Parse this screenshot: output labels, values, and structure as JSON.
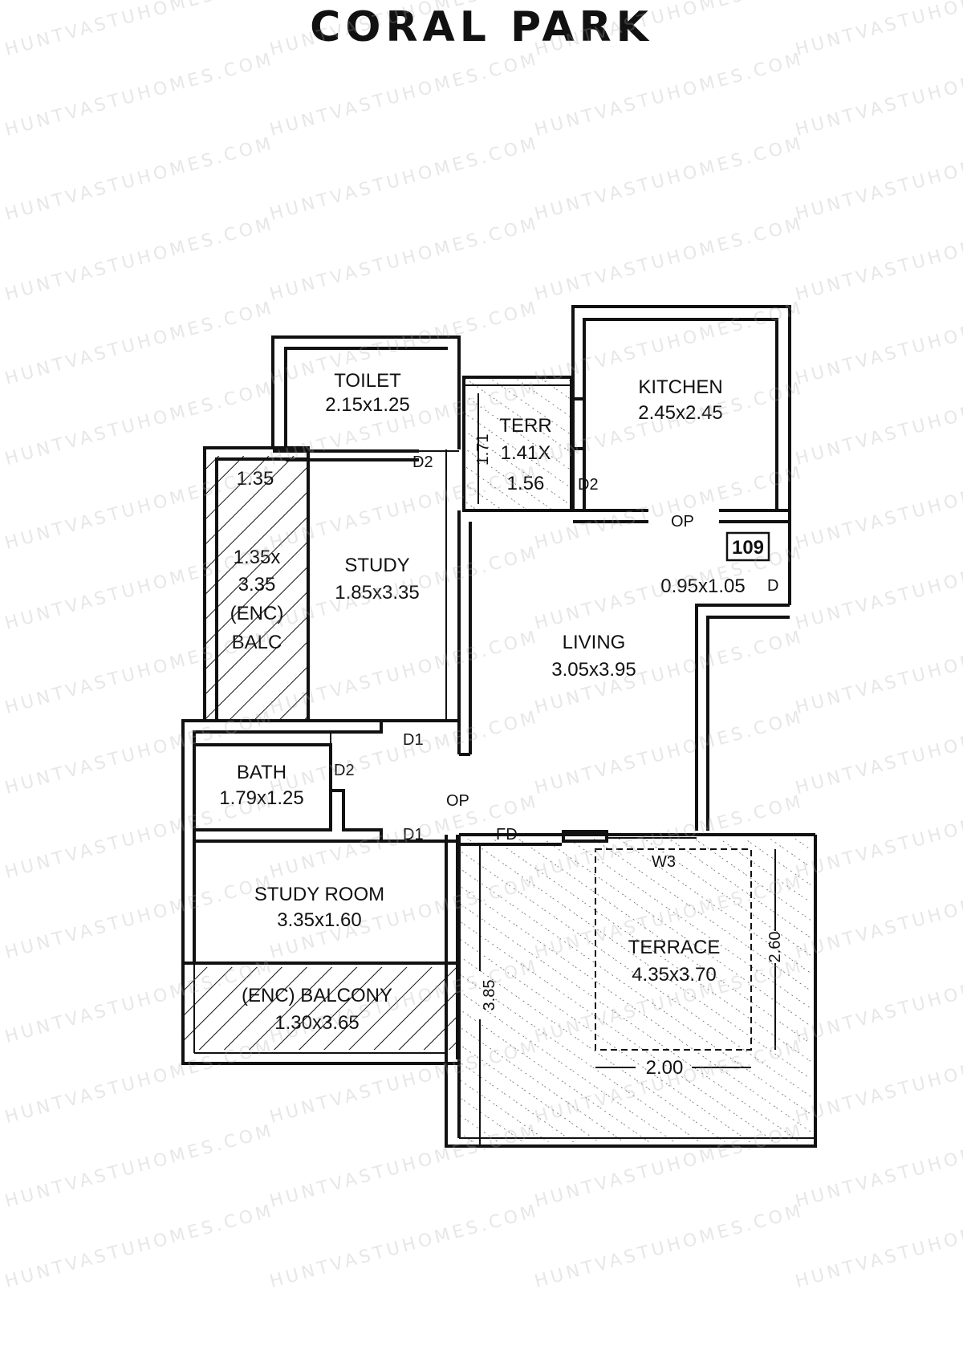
{
  "title": "CORAL PARK",
  "watermark": "HUNTVASTUHOMES.COM",
  "rooms": {
    "toilet": {
      "name": "TOILET",
      "size": "2.15x1.25"
    },
    "terr": {
      "name": "TERR",
      "size_a": "1.41X",
      "size_b": "1.56",
      "dim_side": "1.71"
    },
    "kitchen": {
      "name": "KITCHEN",
      "size": "2.45x2.45"
    },
    "enc_balc_top": {
      "dim_top": "1.35",
      "line1": "1.35x",
      "line2": "3.35",
      "line3": "(ENC)",
      "line4": "BALC"
    },
    "study": {
      "name": "STUDY",
      "size": "1.85x3.35"
    },
    "living": {
      "name": "LIVING",
      "size": "3.05x3.95"
    },
    "utility": {
      "size": "0.95x1.05"
    },
    "bath": {
      "name": "BATH",
      "size": "1.79x1.25"
    },
    "study_room": {
      "name": "STUDY ROOM",
      "size": "3.35x1.60"
    },
    "enc_balcony": {
      "name": "(ENC) BALCONY",
      "size": "1.30x3.65"
    },
    "terrace": {
      "name": "TERRACE",
      "size": "4.35x3.70",
      "dim_left": "3.85",
      "dim_right": "2.60",
      "dim_bottom": "2.00"
    }
  },
  "openings": {
    "d2_toilet": "D2",
    "d2_terr": "D2",
    "op_kitchen": "OP",
    "d_utility": "D",
    "d1_study": "D1",
    "d2_bath": "D2",
    "op_passage": "OP",
    "d1_studyroom": "D1",
    "fd": "FD",
    "w3": "W3"
  },
  "unit_number": "109",
  "colors": {
    "ink": "#111111",
    "watermark": "#aaaaaa",
    "background": "#ffffff"
  }
}
